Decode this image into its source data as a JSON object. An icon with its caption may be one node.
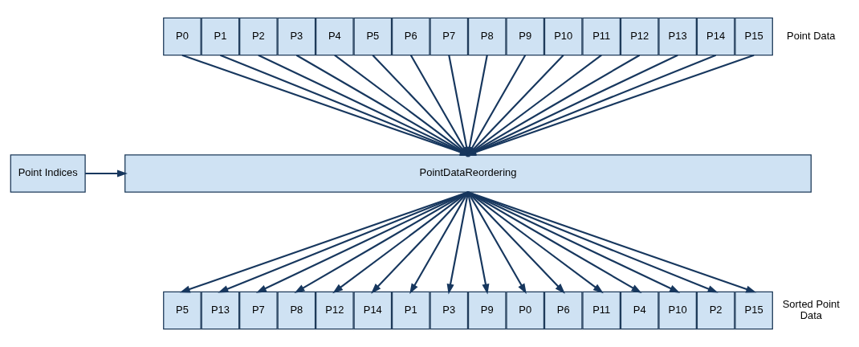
{
  "diagram": {
    "nodes": [
      {
        "text": [
          "P0"
        ]
      },
      {
        "text": [
          "P1"
        ]
      },
      {
        "text": [
          "P2"
        ]
      },
      {
        "text": [
          "P3"
        ]
      },
      {
        "text": [
          "P4"
        ]
      },
      {
        "text": [
          "P5"
        ]
      },
      {
        "text": [
          "P6"
        ]
      },
      {
        "text": [
          "P7"
        ]
      },
      {
        "text": [
          "P8"
        ]
      },
      {
        "text": [
          "P9"
        ]
      },
      {
        "text": [
          "P10"
        ]
      },
      {
        "text": [
          "P11"
        ]
      },
      {
        "text": [
          "P12"
        ]
      },
      {
        "text": [
          "P13"
        ]
      },
      {
        "text": [
          "P14"
        ]
      },
      {
        "text": [
          "P15"
        ]
      },
      {
        "text": [
          "Point Indices"
        ]
      },
      {
        "text": [
          "PointDataReordering"
        ]
      },
      {
        "text": [
          "P5"
        ]
      },
      {
        "text": [
          "P13"
        ]
      },
      {
        "text": [
          "P7"
        ]
      },
      {
        "text": [
          "P8"
        ]
      },
      {
        "text": [
          "P12"
        ]
      },
      {
        "text": [
          "P14"
        ]
      },
      {
        "text": [
          "P1"
        ]
      },
      {
        "text": [
          "P3"
        ]
      },
      {
        "text": [
          "P9"
        ]
      },
      {
        "text": [
          "P0"
        ]
      },
      {
        "text": [
          "P6"
        ]
      },
      {
        "text": [
          "P11"
        ]
      },
      {
        "text": [
          "P4"
        ]
      },
      {
        "text": [
          "P10"
        ]
      },
      {
        "text": [
          "P2"
        ]
      },
      {
        "text": [
          "P15"
        ]
      }
    ],
    "edges": [
      {
        "from": 0,
        "to": 17,
        "arrow": "to"
      },
      {
        "from": 1,
        "to": 17,
        "arrow": "to"
      },
      {
        "from": 2,
        "to": 17,
        "arrow": "to"
      },
      {
        "from": 3,
        "to": 17,
        "arrow": "to"
      },
      {
        "from": 4,
        "to": 17,
        "arrow": "to"
      },
      {
        "from": 5,
        "to": 17,
        "arrow": "to"
      },
      {
        "from": 6,
        "to": 17,
        "arrow": "to"
      },
      {
        "from": 7,
        "to": 17,
        "arrow": "to"
      },
      {
        "from": 8,
        "to": 17,
        "arrow": "to"
      },
      {
        "from": 9,
        "to": 17,
        "arrow": "to"
      },
      {
        "from": 10,
        "to": 17,
        "arrow": "to"
      },
      {
        "from": 11,
        "to": 17,
        "arrow": "to"
      },
      {
        "from": 12,
        "to": 17,
        "arrow": "to"
      },
      {
        "from": 13,
        "to": 17,
        "arrow": "to"
      },
      {
        "from": 14,
        "to": 17,
        "arrow": "to"
      },
      {
        "from": 15,
        "to": 17,
        "arrow": "to"
      },
      {
        "from": 16,
        "to": 17,
        "arrow": "to"
      },
      {
        "from": 17,
        "to": 18,
        "arrow": "to"
      },
      {
        "from": 17,
        "to": 19,
        "arrow": "to"
      },
      {
        "from": 17,
        "to": 20,
        "arrow": "to"
      },
      {
        "from": 17,
        "to": 21,
        "arrow": "to"
      },
      {
        "from": 17,
        "to": 22,
        "arrow": "to"
      },
      {
        "from": 17,
        "to": 23,
        "arrow": "to"
      },
      {
        "from": 17,
        "to": 24,
        "arrow": "to"
      },
      {
        "from": 17,
        "to": 25,
        "arrow": "to"
      },
      {
        "from": 17,
        "to": 26,
        "arrow": "to"
      },
      {
        "from": 17,
        "to": 27,
        "arrow": "to"
      },
      {
        "from": 17,
        "to": 28,
        "arrow": "to"
      },
      {
        "from": 17,
        "to": 29,
        "arrow": "to"
      },
      {
        "from": 17,
        "to": 30,
        "arrow": "to"
      },
      {
        "from": 17,
        "to": 31,
        "arrow": "to"
      },
      {
        "from": 17,
        "to": 32,
        "arrow": "to"
      },
      {
        "from": 17,
        "to": 33,
        "arrow": "to"
      }
    ],
    "labels": [
      "Point Data",
      "Sorted Point Data"
    ]
  }
}
